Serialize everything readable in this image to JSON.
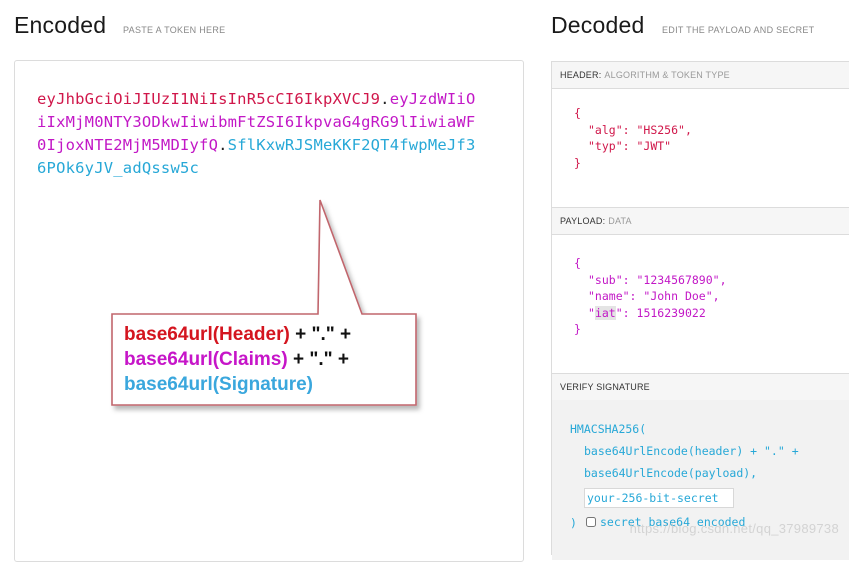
{
  "encoded": {
    "title": "Encoded",
    "subtitle": "PASTE A TOKEN HERE",
    "token_header": "eyJhbGciOiJIUzI1NiIsInR5cCI6IkpXVCJ9",
    "token_payload": "eyJzdWIiOiIxMjM0NTY3ODkwIiwibmFtZSI6IkpvaG4gRG9lIiwiaWF0IjoxNTE2MjM5MDIyfQ",
    "token_signature": "SflKxwRJSMeKKF2QT4fwpMeJf36POk6yJV_adQssw5c",
    "dot": "."
  },
  "callout": {
    "header_part": "base64url(Header)",
    "claims_part": "base64url(Claims)",
    "signature_part": "base64url(Signature)",
    "joiner": " + \".\" +"
  },
  "decoded": {
    "title": "Decoded",
    "subtitle": "EDIT THE PAYLOAD AND SECRET",
    "header_section": {
      "label": "HEADER:",
      "sublabel": "ALGORITHM & TOKEN TYPE",
      "open": "{",
      "close": "}",
      "alg_key": "\"alg\"",
      "alg_val": "\"HS256\"",
      "typ_key": "\"typ\"",
      "typ_val": "\"JWT\""
    },
    "payload_section": {
      "label": "PAYLOAD:",
      "sublabel": "DATA",
      "open": "{",
      "close": "}",
      "sub_key": "\"sub\"",
      "sub_val": "\"1234567890\"",
      "name_key": "\"name\"",
      "name_val": "\"John Doe\"",
      "iat_key_q1": "\"",
      "iat_key": "iat",
      "iat_key_q2": "\"",
      "iat_val": "1516239022"
    },
    "verify_section": {
      "label": "VERIFY SIGNATURE",
      "line1": "HMACSHA256(",
      "line2": "base64UrlEncode(header) + \".\" +",
      "line3": "base64UrlEncode(payload),",
      "secret_value": "your-256-bit-secret",
      "close": ")",
      "checkbox_label": "secret base64 encoded"
    }
  },
  "watermark": "https://blog.csdn.net/qq_37989738",
  "colors": {
    "header": "#d0174a",
    "payload": "#c218c6",
    "signature": "#27a8d7",
    "callout_border": "#c1666d"
  }
}
